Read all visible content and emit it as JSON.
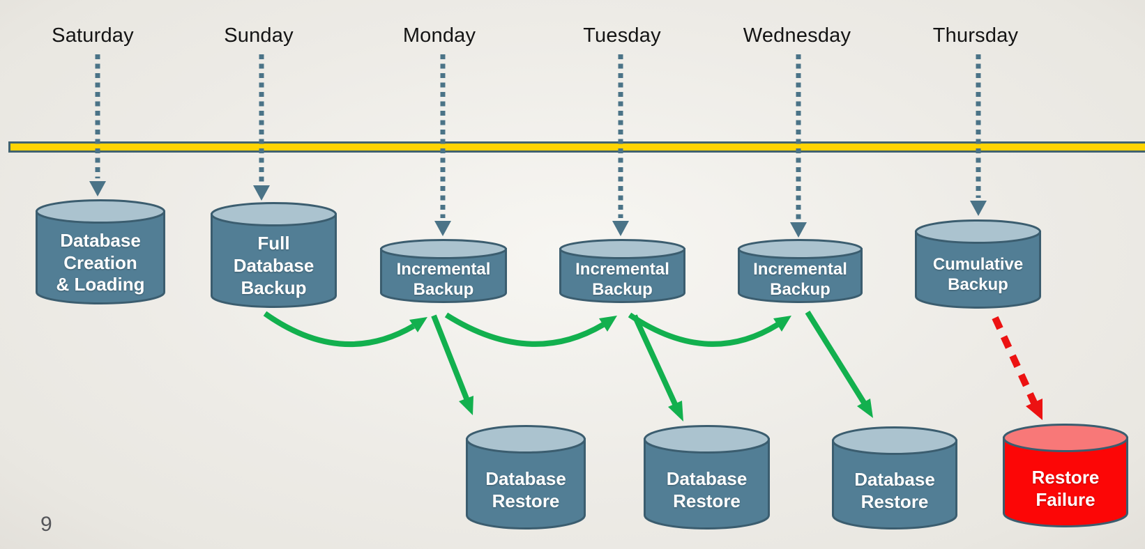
{
  "slide": {
    "page_number": "9"
  },
  "days": [
    {
      "label": "Saturday"
    },
    {
      "label": "Sunday"
    },
    {
      "label": "Monday"
    },
    {
      "label": "Tuesday"
    },
    {
      "label": "Wednesday"
    },
    {
      "label": "Thursday"
    }
  ],
  "nodes": {
    "creation": {
      "label": "Database\nCreation\n& Loading"
    },
    "full_backup": {
      "label": "Full\nDatabase\nBackup"
    },
    "incremental_mon": {
      "label": "Incremental\nBackup"
    },
    "incremental_tue": {
      "label": "Incremental\nBackup"
    },
    "incremental_wed": {
      "label": "Incremental\nBackup"
    },
    "cumulative": {
      "label": "Cumulative\nBackup"
    },
    "restore_mon": {
      "label": "Database\nRestore"
    },
    "restore_tue": {
      "label": "Database\nRestore"
    },
    "restore_wed": {
      "label": "Database\nRestore"
    },
    "failure": {
      "label": "Restore\nFailure"
    }
  },
  "colors": {
    "background": "#e9e7e1",
    "timeline_yellow": "#ffd403",
    "timeline_border": "#40626f",
    "day_arrow": "#4a7387",
    "cylinder_body": "#527e95",
    "cylinder_top": "#abc3cf",
    "cylinder_border": "#3b5d6f",
    "restore_green": "#12b04e",
    "failure_red": "#ec1212",
    "failure_body": "#fc0606",
    "failure_top": "#f87878",
    "text_on_cylinder": "#ffffff",
    "day_text": "#141414",
    "page_number": "#55565a"
  }
}
